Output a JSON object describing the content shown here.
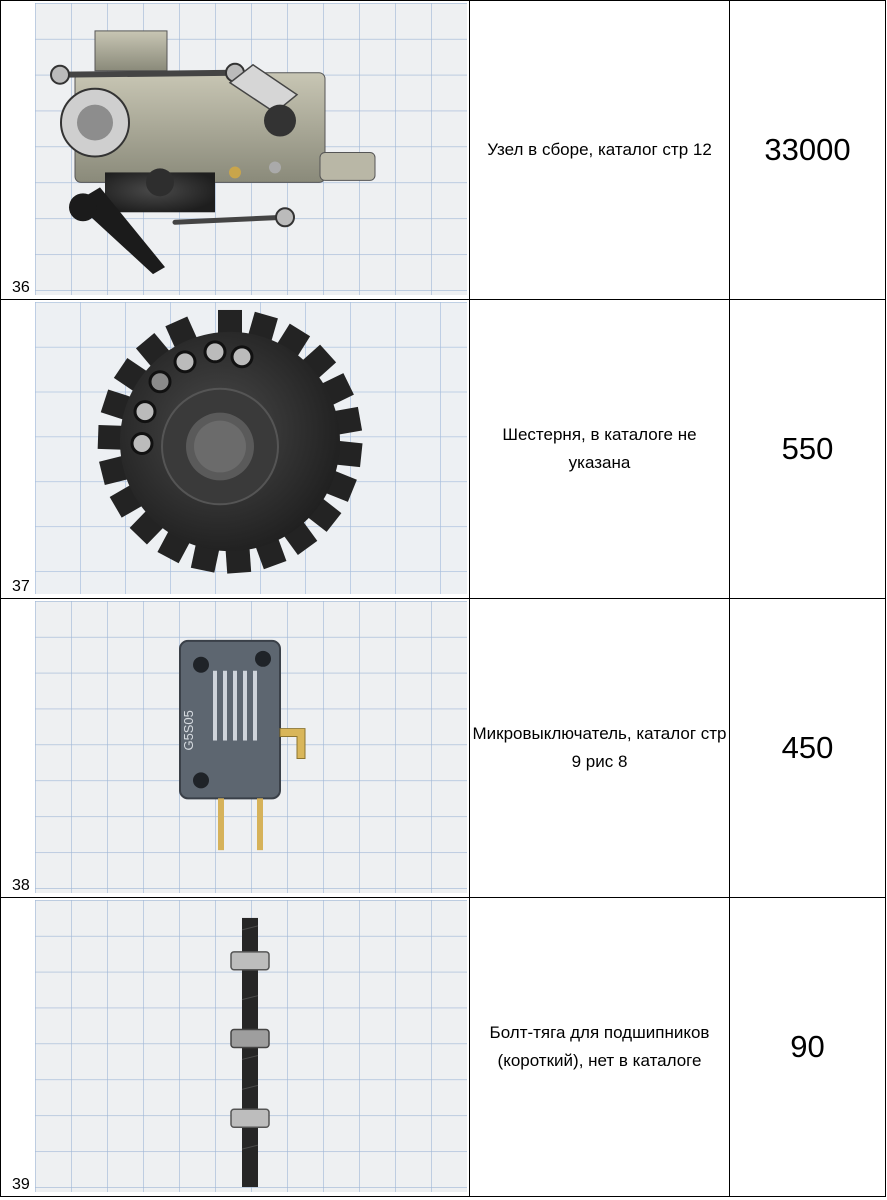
{
  "rows": [
    {
      "number": "36",
      "description": "Узел в сборе, каталог стр 12",
      "price": "33000",
      "photo_icon": "mechanical-assembly-photo"
    },
    {
      "number": "37",
      "description": "Шестерня, в каталоге не указана",
      "price": "550",
      "photo_icon": "gear-photo"
    },
    {
      "number": "38",
      "description": "Микровыключатель, каталог стр 9 рис 8",
      "price": "450",
      "photo_icon": "microswitch-photo",
      "switch_label": "G5S05"
    },
    {
      "number": "39",
      "description": "Болт-тяга для подшипников (короткий), нет в каталоге",
      "price": "90",
      "photo_icon": "threaded-rod-photo"
    }
  ],
  "colors": {
    "grid_paper": "#eef0f2",
    "grid_line": "#9fb6d6",
    "metal": "#9a9a8a",
    "dark_part": "#2b2b2b",
    "switch_body": "#5d6670"
  }
}
